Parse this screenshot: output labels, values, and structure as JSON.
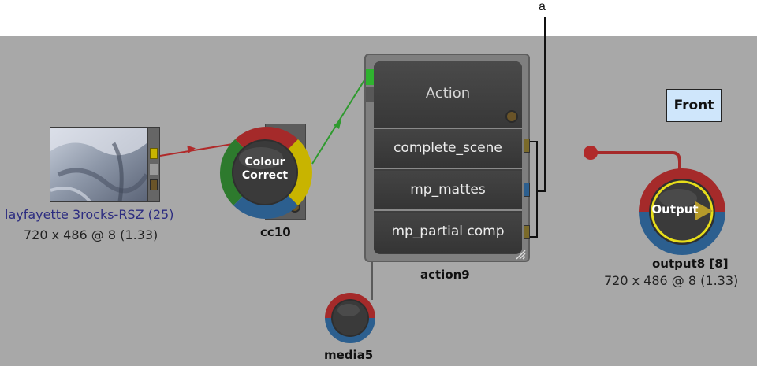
{
  "callout": {
    "letter": "a"
  },
  "nodes": {
    "clip": {
      "name": "layfayette 3rocks-RSZ (25)",
      "resolution": "720 x 486 @ 8 (1.33)"
    },
    "colour_correct": {
      "button_label_line1": "Colour",
      "button_label_line2": "Correct",
      "name": "cc10"
    },
    "action": {
      "title": "Action",
      "name": "action9",
      "outputs": [
        "complete_scene",
        "mp_mattes",
        "mp_partial comp"
      ]
    },
    "media": {
      "name": "media5"
    },
    "output": {
      "button_label": "Output",
      "name": "output8 [8]",
      "resolution": "720 x 486 @ 8 (1.33)"
    }
  },
  "camera_badge": "Front",
  "colors": {
    "canvas": "#a8a8a8",
    "link_red": "#b02a2a",
    "link_green": "#2e9a2e",
    "ring_red": "#a52a2a",
    "ring_green": "#2d7a2d",
    "ring_blue": "#2c5f8f",
    "ring_yellow": "#c8b400",
    "badge_blue": "#cfe6fb"
  },
  "icons": [
    "play-triangle-icon",
    "resize-grip-icon"
  ]
}
